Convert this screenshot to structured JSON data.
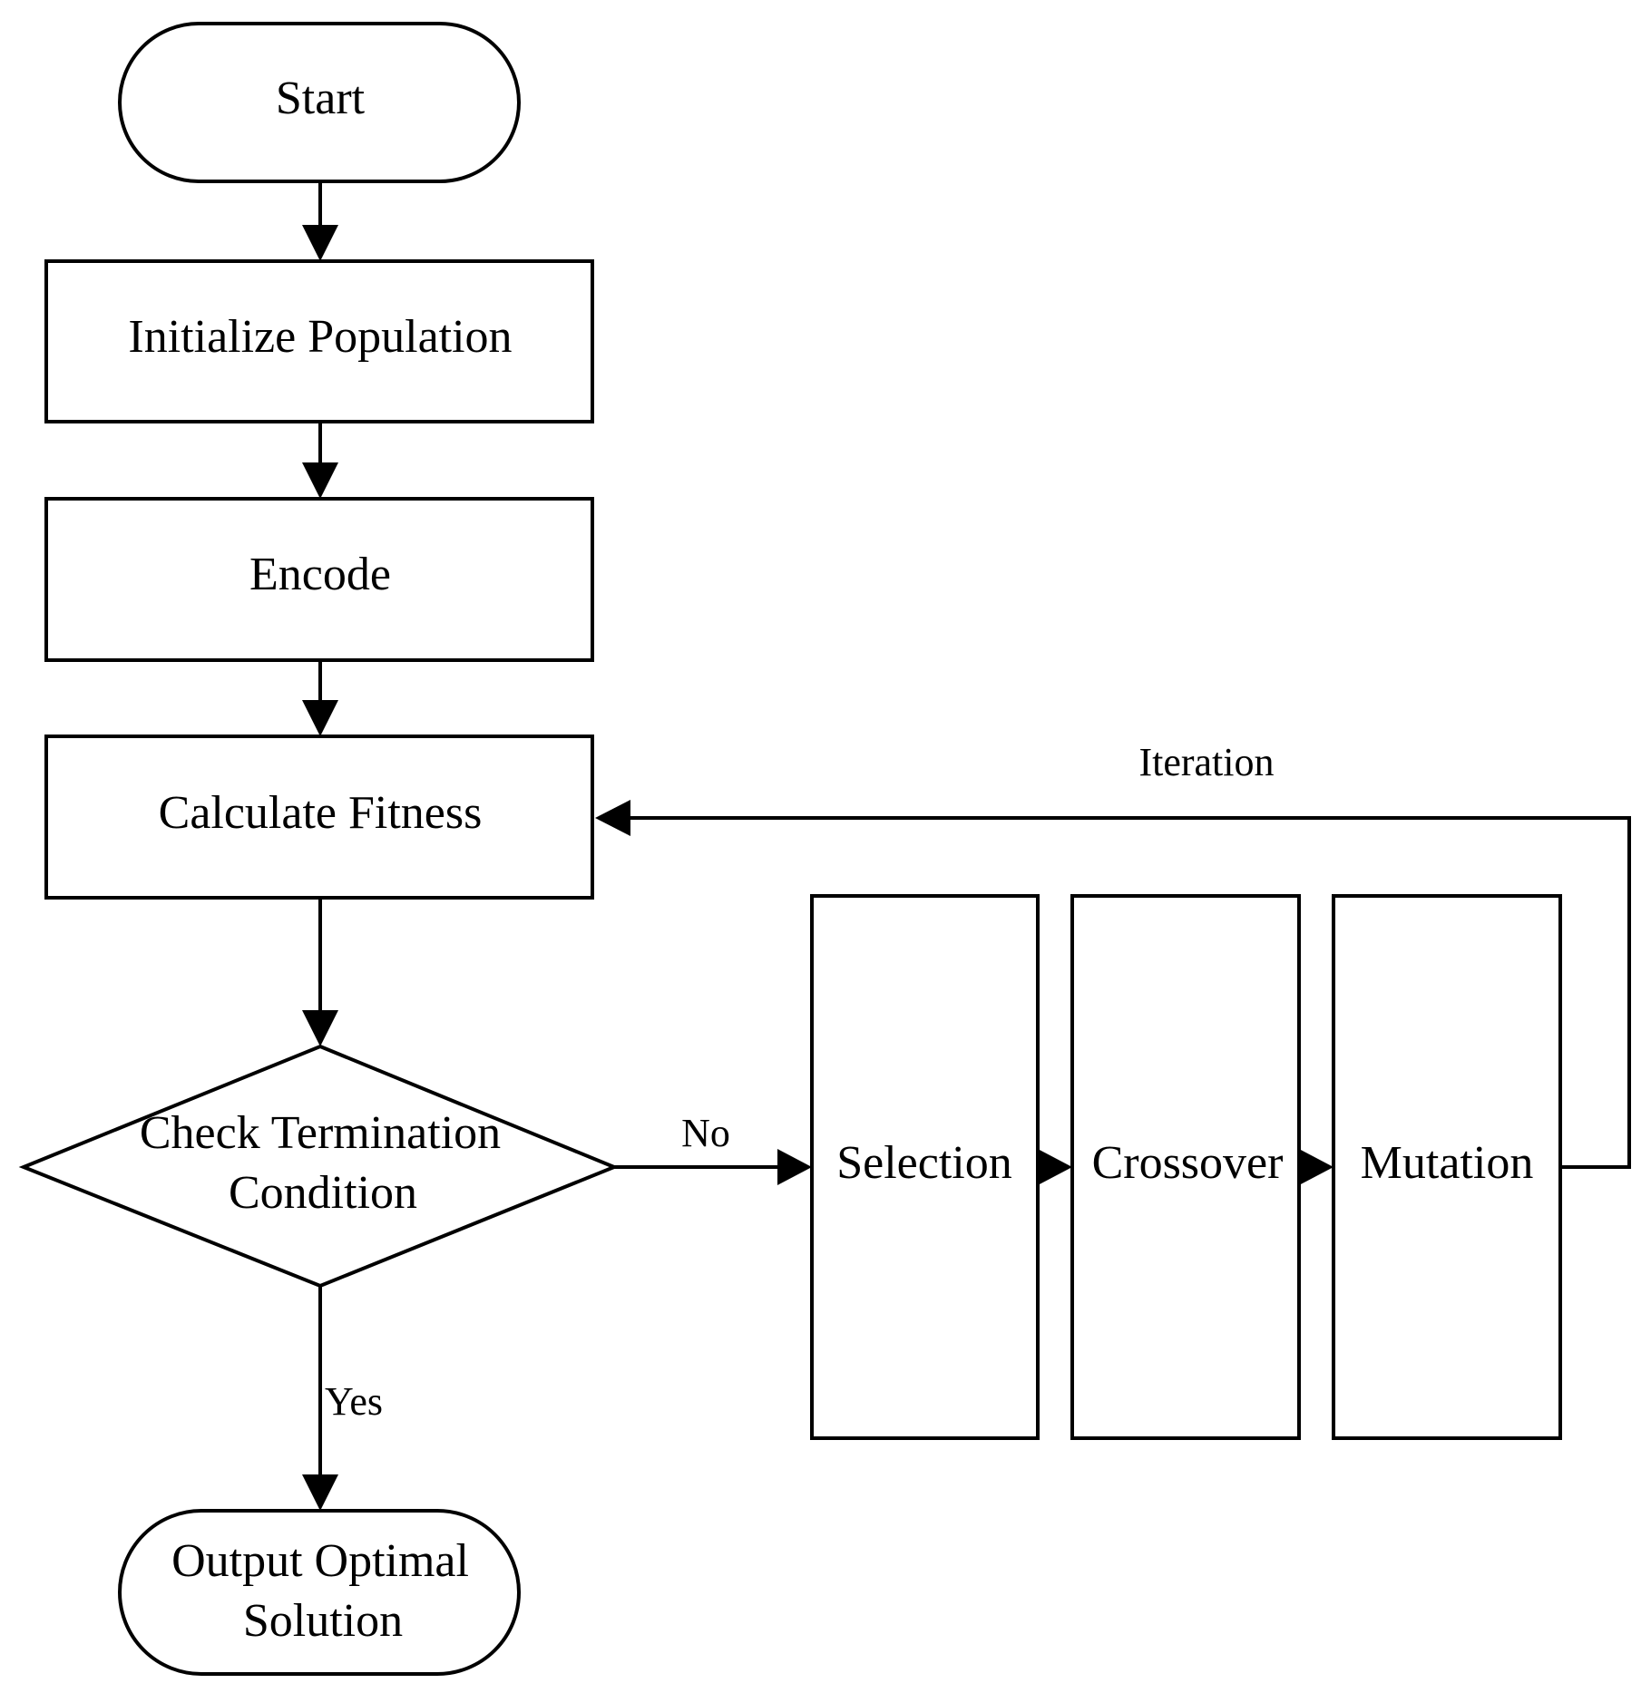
{
  "diagram": {
    "nodes": {
      "start": "Start",
      "init": "Initialize Population",
      "encode": "Encode",
      "fitness": "Calculate Fitness",
      "check_line1": "Check Termination",
      "check_line2": "Condition",
      "selection": "Selection",
      "crossover": "Crossover",
      "mutation": "Mutation",
      "output_line1": "Output Optimal",
      "output_line2": "Solution"
    },
    "edges": {
      "no": "No",
      "yes": "Yes",
      "iteration": "Iteration"
    },
    "colors": {
      "stroke": "#000000",
      "background": "#ffffff"
    }
  }
}
